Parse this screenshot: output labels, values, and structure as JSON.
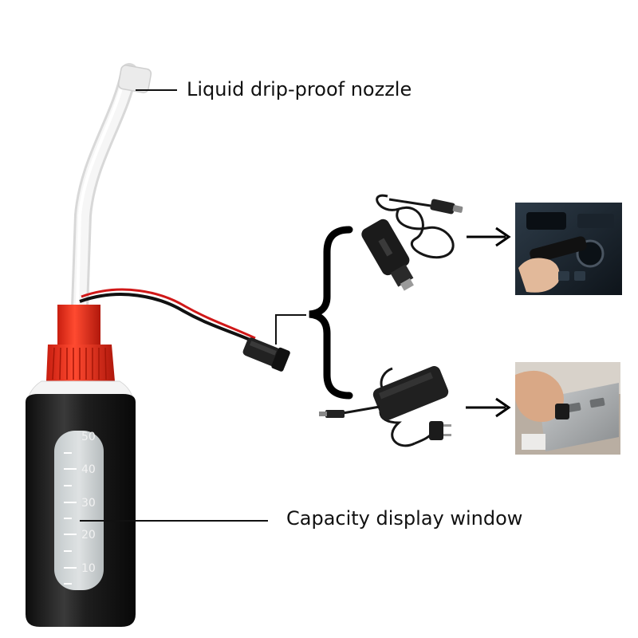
{
  "labels": {
    "nozzle": "Liquid drip-proof nozzle",
    "capacity": "Capacity display window"
  },
  "scale": {
    "marks": [
      "50",
      "40",
      "30",
      "20",
      "10"
    ]
  },
  "colors": {
    "cap": "#e8301e",
    "bottle_body": "#1a1a1a",
    "tube": "#f4f4f4",
    "wire_red": "#d01818",
    "wire_black": "#111111"
  }
}
